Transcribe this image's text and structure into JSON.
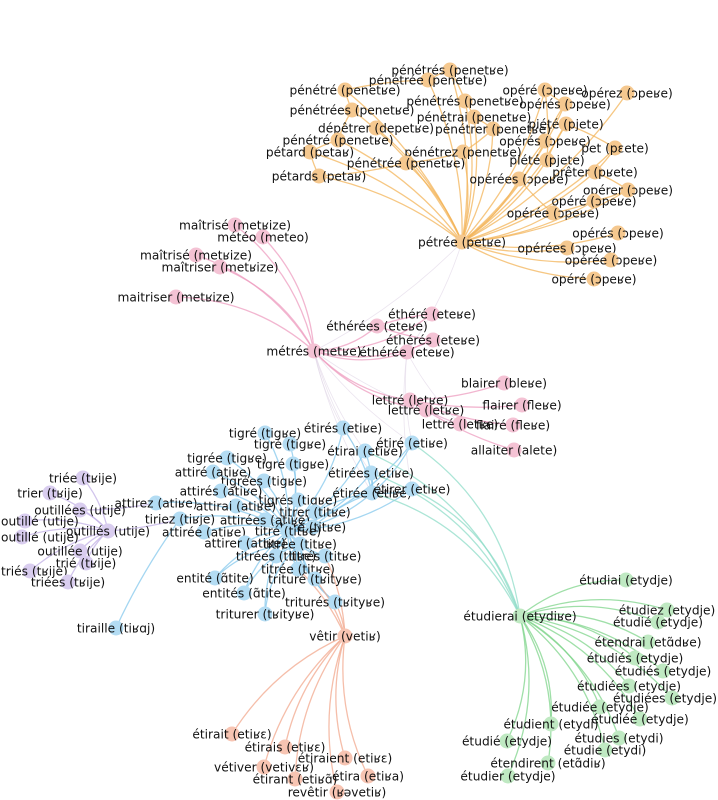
{
  "graph": {
    "colors": {
      "orange": "#f5c88f",
      "orange_edge": "#f3b45a",
      "pink": "#f4c2d4",
      "pink_edge": "#ee9ec0",
      "blue": "#b3dcf3",
      "blue_edge": "#86c8ec",
      "purple": "#d9cdef",
      "purple_edge": "#c2b0e6",
      "green": "#bfe9c2",
      "green_edge": "#7fd48b",
      "teal_edge": "#8fdcc8",
      "salmon": "#f7c4b2",
      "salmon_edge": "#f2a88e",
      "faint_edge": "#e3d8e8"
    },
    "nodes": [
      {
        "id": "o1",
        "label": "pénétrés (penetʁe)",
        "group": "orange"
      },
      {
        "id": "o2",
        "label": "pénétrée (penetʁe)",
        "group": "orange"
      },
      {
        "id": "o3",
        "label": "pénétré (penetʁe)",
        "group": "orange"
      },
      {
        "id": "o4",
        "label": "opéré (ɔpeʁe)",
        "group": "orange"
      },
      {
        "id": "o5",
        "label": "opérez (ɔpeʁe)",
        "group": "orange"
      },
      {
        "id": "o6",
        "label": "opérés (ɔpeʁe)",
        "group": "orange"
      },
      {
        "id": "o7",
        "label": "pénétrés (penetʁe)",
        "group": "orange"
      },
      {
        "id": "o8",
        "label": "pénétrées (penetʁe)",
        "group": "orange"
      },
      {
        "id": "o9",
        "label": "pénétrai (penetʁe)",
        "group": "orange"
      },
      {
        "id": "o10",
        "label": "dépêtrer (depetʁe)",
        "group": "orange"
      },
      {
        "id": "o11",
        "label": "pénétrer (penetʁe)",
        "group": "orange"
      },
      {
        "id": "o12",
        "label": "piété (pjete)",
        "group": "orange"
      },
      {
        "id": "o13",
        "label": "pénétré (penetʁe)",
        "group": "orange"
      },
      {
        "id": "o14",
        "label": "opérés (ɔpeʁe)",
        "group": "orange"
      },
      {
        "id": "o15",
        "label": "pet (pɛete)",
        "group": "orange"
      },
      {
        "id": "o16",
        "label": "pétard (petaʁ)",
        "group": "orange"
      },
      {
        "id": "o17",
        "label": "pénétrez (penetʁe)",
        "group": "orange"
      },
      {
        "id": "o18",
        "label": "piété (pjete)",
        "group": "orange"
      },
      {
        "id": "o19",
        "label": "pénétrée (penetʁe)",
        "group": "orange"
      },
      {
        "id": "o20",
        "label": "prêter (pʁete)",
        "group": "orange"
      },
      {
        "id": "o21",
        "label": "pétards (petaʁ)",
        "group": "orange"
      },
      {
        "id": "o22",
        "label": "opérées (ɔpeʁe)",
        "group": "orange"
      },
      {
        "id": "o23",
        "label": "opérer (ɔpeʁe)",
        "group": "orange"
      },
      {
        "id": "o24",
        "label": "opéré (ɔpeʁe)",
        "group": "orange"
      },
      {
        "id": "o25",
        "label": "opérée (ɔpeʁe)",
        "group": "orange"
      },
      {
        "id": "o26",
        "label": "pétrée (petʁe)",
        "group": "orange"
      },
      {
        "id": "o27",
        "label": "opérés (ɔpeʁe)",
        "group": "orange"
      },
      {
        "id": "o28",
        "label": "opérées (ɔpeʁe)",
        "group": "orange"
      },
      {
        "id": "o29",
        "label": "opérée (ɔpeʁe)",
        "group": "orange"
      },
      {
        "id": "o30",
        "label": "opéré (ɔpeʁe)",
        "group": "orange"
      },
      {
        "id": "p1",
        "label": "maîtrisé (metʁize)",
        "group": "pink"
      },
      {
        "id": "p2",
        "label": "météo (meteo)",
        "group": "pink"
      },
      {
        "id": "p3",
        "label": "maîtrisé (metʁize)",
        "group": "pink"
      },
      {
        "id": "p4",
        "label": "maîtriser (metʁize)",
        "group": "pink"
      },
      {
        "id": "p5",
        "label": "maitriser (metʁize)",
        "group": "pink"
      },
      {
        "id": "p6",
        "label": "éthéré (eteʁe)",
        "group": "pink"
      },
      {
        "id": "p7",
        "label": "éthérées (eteʁe)",
        "group": "pink"
      },
      {
        "id": "p8",
        "label": "éthérés (eteʁe)",
        "group": "pink"
      },
      {
        "id": "p9",
        "label": "métrés (metʁe)",
        "group": "pink"
      },
      {
        "id": "p10",
        "label": "éthérée (eteʁe)",
        "group": "pink"
      },
      {
        "id": "p11",
        "label": "blairer (bleʁe)",
        "group": "pink"
      },
      {
        "id": "p12",
        "label": "lettré (letʁe)",
        "group": "pink"
      },
      {
        "id": "p13",
        "label": "flairer (fleʁe)",
        "group": "pink"
      },
      {
        "id": "p14",
        "label": "lettré (letʁe)",
        "group": "pink"
      },
      {
        "id": "p15",
        "label": "lettré (letʁe)",
        "group": "pink"
      },
      {
        "id": "p16",
        "label": "flairé (fleʁe)",
        "group": "pink"
      },
      {
        "id": "p17",
        "label": "allaiter (alete)",
        "group": "pink"
      },
      {
        "id": "b1",
        "label": "étirés (etiʁe)",
        "group": "blue"
      },
      {
        "id": "b2",
        "label": "tigré (tigʁe)",
        "group": "blue"
      },
      {
        "id": "b3",
        "label": "tigré (tigʁe)",
        "group": "blue"
      },
      {
        "id": "b4",
        "label": "étirai (etiʁe)",
        "group": "blue"
      },
      {
        "id": "b5",
        "label": "étiré (etiʁe)",
        "group": "blue"
      },
      {
        "id": "b6",
        "label": "tigrée (tigʁe)",
        "group": "blue"
      },
      {
        "id": "b7",
        "label": "tigré (tigʁe)",
        "group": "blue"
      },
      {
        "id": "b8",
        "label": "attiré (atiʁe)",
        "group": "blue"
      },
      {
        "id": "b9",
        "label": "étirées (etiʁe)",
        "group": "blue"
      },
      {
        "id": "b10",
        "label": "tigrées (tigʁe)",
        "group": "blue"
      },
      {
        "id": "b11",
        "label": "attirés (atiʁe)",
        "group": "blue"
      },
      {
        "id": "b12",
        "label": "étirée (etiʁe)",
        "group": "blue"
      },
      {
        "id": "b13",
        "label": "étirer (etiʁe)",
        "group": "blue"
      },
      {
        "id": "b14",
        "label": "attirez (atiʁe)",
        "group": "blue"
      },
      {
        "id": "b15",
        "label": "tigrés (tigʁe)",
        "group": "blue"
      },
      {
        "id": "b16",
        "label": "attirai (atiʁe)",
        "group": "blue"
      },
      {
        "id": "b17",
        "label": "titrer (titʁe)",
        "group": "blue"
      },
      {
        "id": "b18",
        "label": "tiriez (tiʁje)",
        "group": "blue"
      },
      {
        "id": "b19",
        "label": "attirées (atiʁe)",
        "group": "blue"
      },
      {
        "id": "b20",
        "label": "titré (titʁe)",
        "group": "blue"
      },
      {
        "id": "b21",
        "label": "attirée (atiʁe)",
        "group": "blue"
      },
      {
        "id": "b22",
        "label": "titré (titʁe)",
        "group": "blue"
      },
      {
        "id": "b23",
        "label": "attirer (atiʁe)",
        "group": "blue"
      },
      {
        "id": "b24",
        "label": "titrée (titʁe)",
        "group": "blue"
      },
      {
        "id": "b25",
        "label": "titrées (titʁe)",
        "group": "blue"
      },
      {
        "id": "b26",
        "label": "titrés (titʁe)",
        "group": "blue"
      },
      {
        "id": "b27",
        "label": "titrée (titʁe)",
        "group": "blue"
      },
      {
        "id": "b28",
        "label": "entité (ɑ̃tite)",
        "group": "blue"
      },
      {
        "id": "b29",
        "label": "trituré (tʁityʁe)",
        "group": "blue"
      },
      {
        "id": "b30",
        "label": "entités (ɑ̃tite)",
        "group": "blue"
      },
      {
        "id": "b31",
        "label": "triturés (tʁityʁe)",
        "group": "blue"
      },
      {
        "id": "b32",
        "label": "triturer (tʁityʁe)",
        "group": "blue"
      },
      {
        "id": "b33",
        "label": "tiraille (tiʁɑj)",
        "group": "blue"
      },
      {
        "id": "u1",
        "label": "triée (tʁije)",
        "group": "purple"
      },
      {
        "id": "u2",
        "label": "trier (tʁije)",
        "group": "purple"
      },
      {
        "id": "u3",
        "label": "outillées (utije)",
        "group": "purple"
      },
      {
        "id": "u4",
        "label": "outillé (utije)",
        "group": "purple"
      },
      {
        "id": "u5",
        "label": "outillés (utije)",
        "group": "purple"
      },
      {
        "id": "u6",
        "label": "outillé (utije)",
        "group": "purple"
      },
      {
        "id": "u7",
        "label": "outillée (utije)",
        "group": "purple"
      },
      {
        "id": "u8",
        "label": "trié (tʁije)",
        "group": "purple"
      },
      {
        "id": "u9",
        "label": "triés (tʁije)",
        "group": "purple"
      },
      {
        "id": "u10",
        "label": "triées (tʁije)",
        "group": "purple"
      },
      {
        "id": "g1",
        "label": "étudiai (etydje)",
        "group": "green"
      },
      {
        "id": "g2",
        "label": "étudiez (etydje)",
        "group": "green"
      },
      {
        "id": "g3",
        "label": "étudierai (etydiʁe)",
        "group": "green"
      },
      {
        "id": "g4",
        "label": "étudié (etydje)",
        "group": "green"
      },
      {
        "id": "g5",
        "label": "étendrai (etɑ̃dʁe)",
        "group": "green"
      },
      {
        "id": "g6",
        "label": "étudiés (etydje)",
        "group": "green"
      },
      {
        "id": "g7",
        "label": "étudiés (etydje)",
        "group": "green"
      },
      {
        "id": "g8",
        "label": "étudiées (etydje)",
        "group": "green"
      },
      {
        "id": "g9",
        "label": "étudiées (etydje)",
        "group": "green"
      },
      {
        "id": "g10",
        "label": "étudiée (etydje)",
        "group": "green"
      },
      {
        "id": "g11",
        "label": "étudiée (etydje)",
        "group": "green"
      },
      {
        "id": "g12",
        "label": "étudient (etydi)",
        "group": "green"
      },
      {
        "id": "g13",
        "label": "étudies (etydi)",
        "group": "green"
      },
      {
        "id": "g14",
        "label": "étudié (etydje)",
        "group": "green"
      },
      {
        "id": "g15",
        "label": "étudie (etydi)",
        "group": "green"
      },
      {
        "id": "g16",
        "label": "étendirent (etɑ̃diʁ)",
        "group": "green"
      },
      {
        "id": "g17",
        "label": "étudier (etydje)",
        "group": "green"
      },
      {
        "id": "s1",
        "label": "vêtir (vetiʁ)",
        "group": "salmon"
      },
      {
        "id": "s2",
        "label": "étirait (etiʁɛ)",
        "group": "salmon"
      },
      {
        "id": "s3",
        "label": "étirais (etiʁɛ)",
        "group": "salmon"
      },
      {
        "id": "s4",
        "label": "étiraient (etiʁɛ)",
        "group": "salmon"
      },
      {
        "id": "s5",
        "label": "vétiver (vetivɛʁ)",
        "group": "salmon"
      },
      {
        "id": "s6",
        "label": "étirant (etiʁɑ̃)",
        "group": "salmon"
      },
      {
        "id": "s7",
        "label": "étira (etiʁa)",
        "group": "salmon"
      },
      {
        "id": "s8",
        "label": "revêtir (ʁəvetiʁ)",
        "group": "salmon"
      }
    ]
  }
}
